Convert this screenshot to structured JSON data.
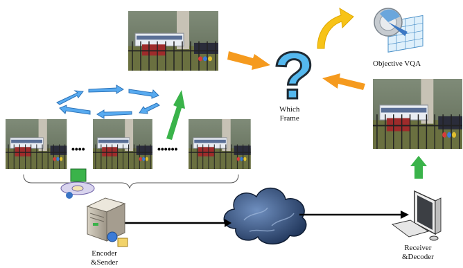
{
  "labels": {
    "which_frame": [
      "Which",
      "Frame"
    ],
    "objective_vqa": "Objective VQA",
    "encoder_sender": [
      "Encoder",
      "&Sender"
    ],
    "receiver_decoder": [
      "Receiver",
      "&Decoder"
    ],
    "ellipsis_short": "••••",
    "ellipsis_long": "••••••"
  },
  "colors": {
    "orange_arrow": "#f59a1e",
    "green_arrow": "#3ab34a",
    "yellow_arrow": "#f7c318",
    "question_mark": "#55b8ee",
    "cycle_arrows": "#57aaf0",
    "cloud": "#2e4a72",
    "link_line": "#000000"
  },
  "icons": [
    "question-mark-icon",
    "server-icon",
    "computer-icon",
    "cloud-icon",
    "vqa-chart-icon",
    "film-reel-icon"
  ]
}
